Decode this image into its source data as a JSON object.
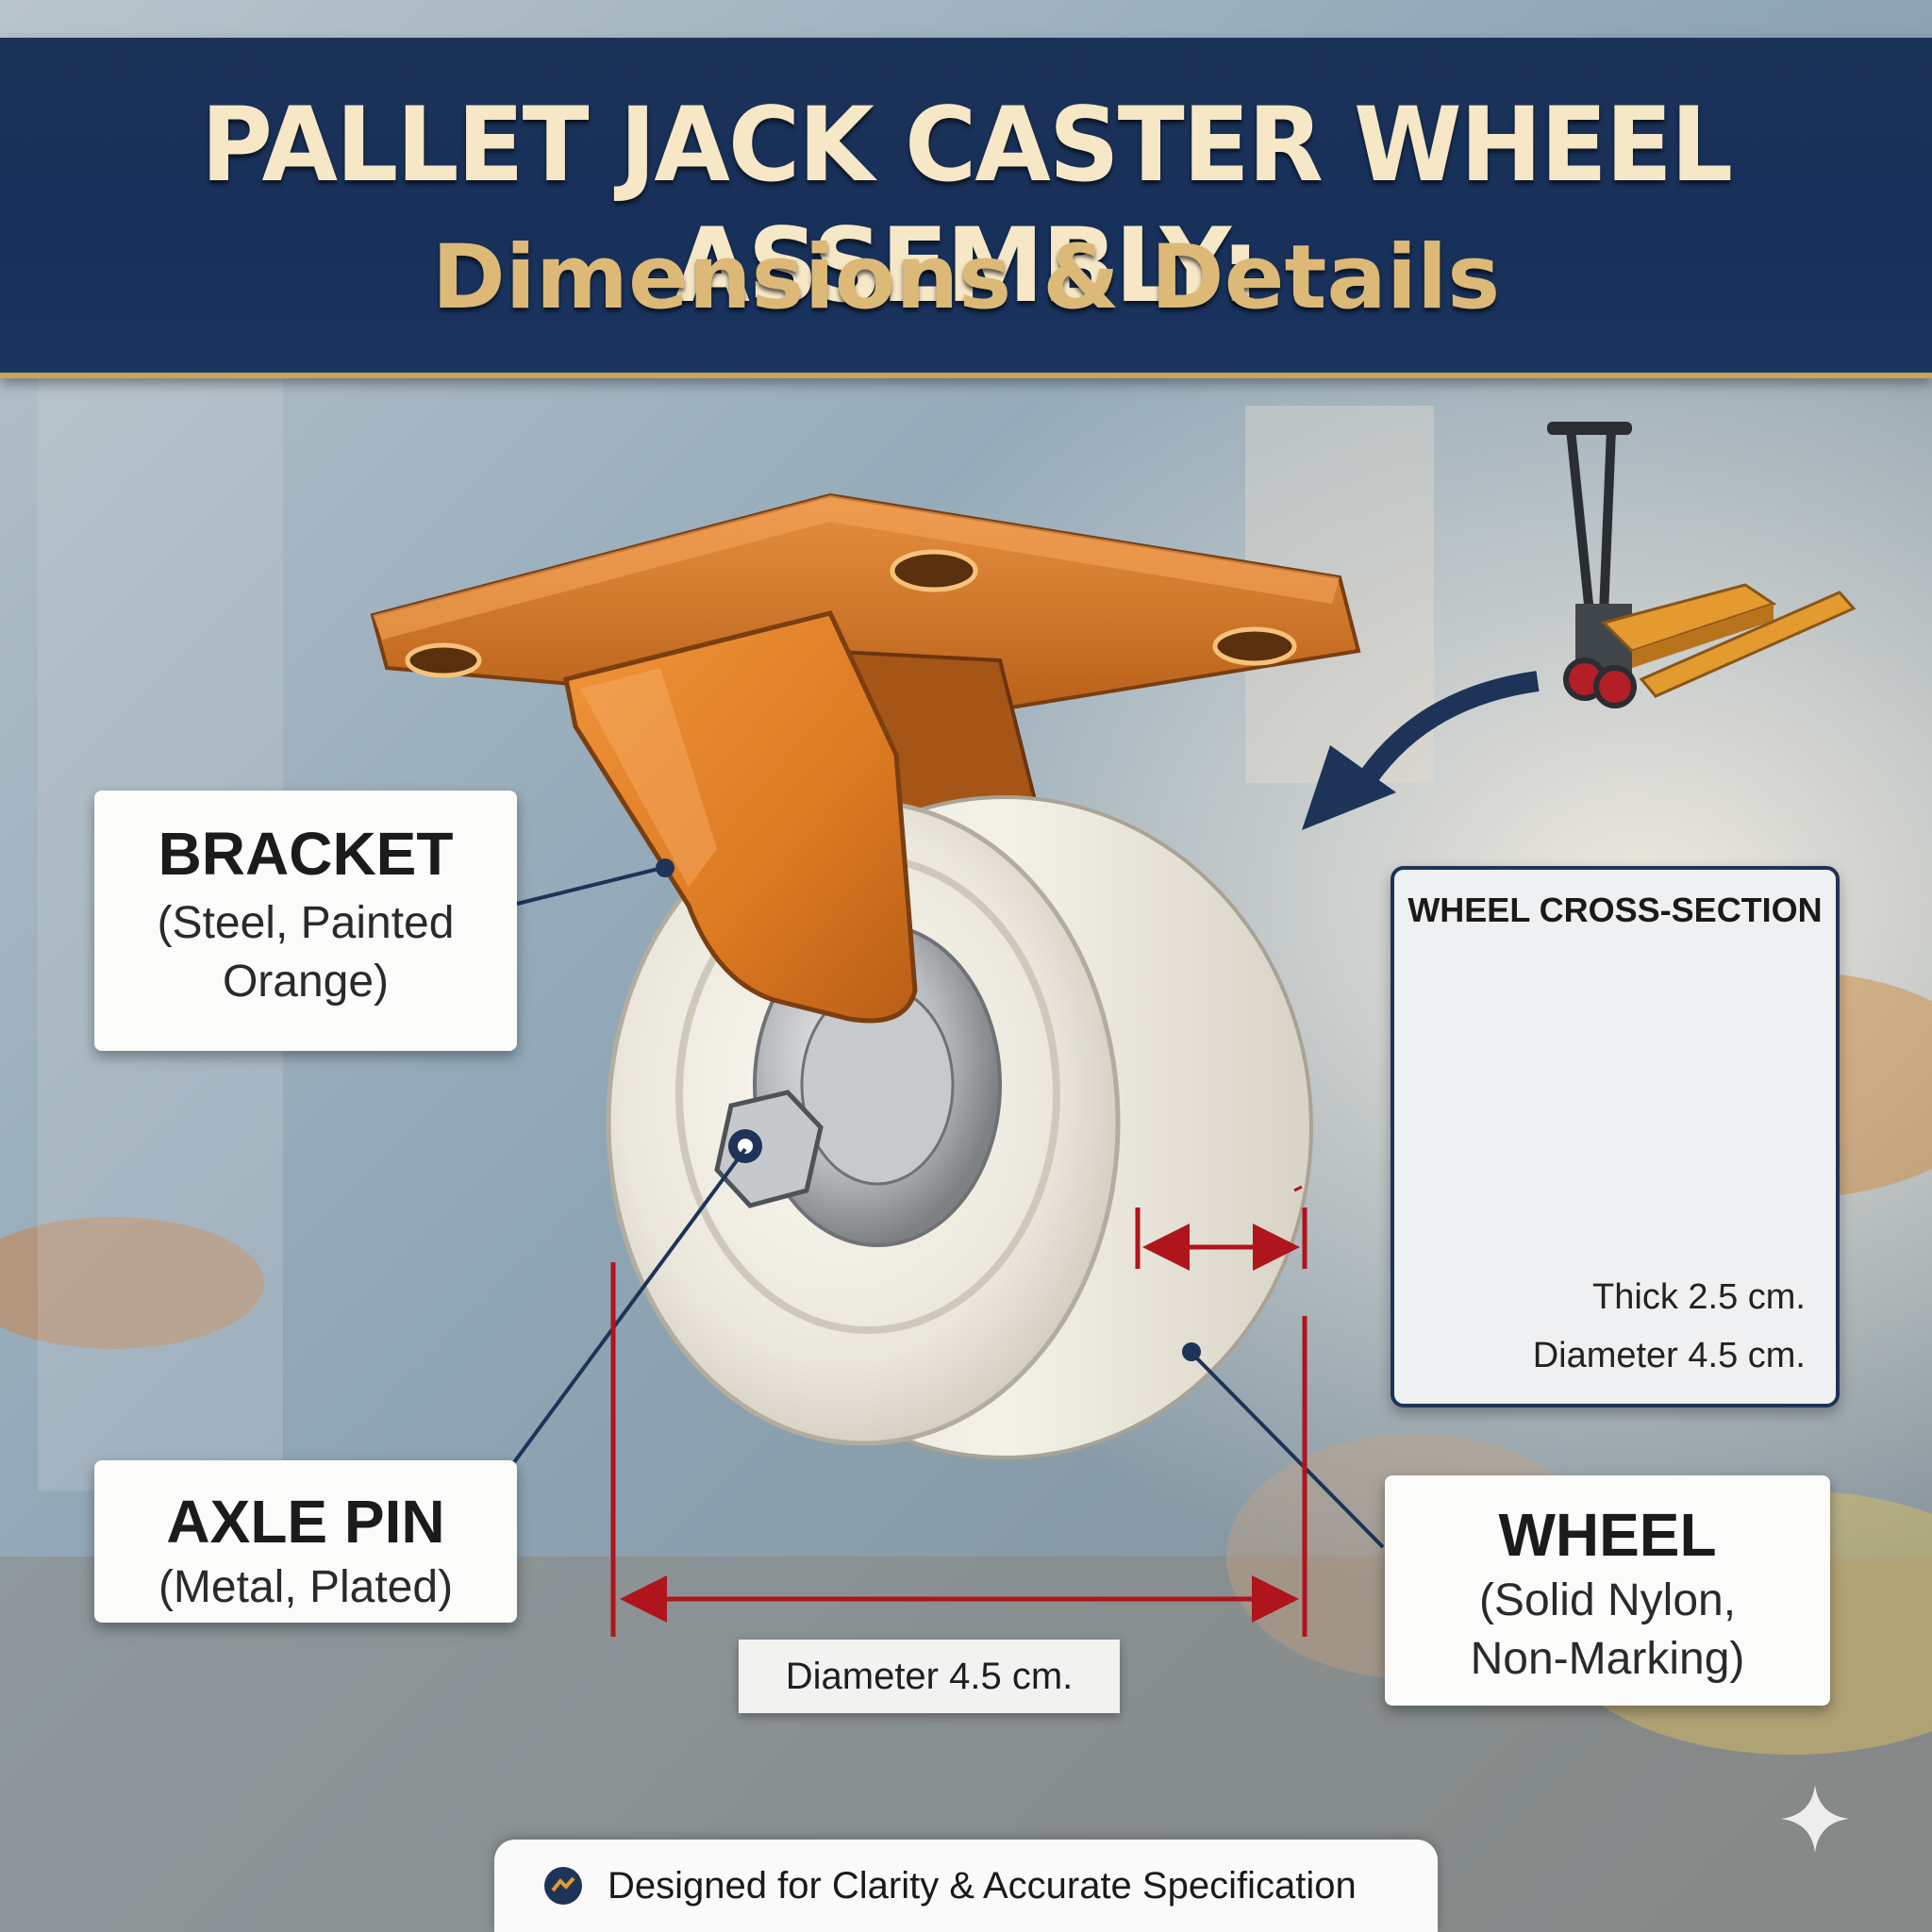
{
  "title": {
    "line1": "PALLET JACK CASTER WHEEL ASSEMBLY:",
    "line2": "Dimensions & Details"
  },
  "callouts": {
    "bracket": {
      "name": "BRACKET",
      "desc_line1": "(Steel, Painted",
      "desc_line2": "Orange)"
    },
    "axle_pin": {
      "name": "AXLE PIN",
      "desc_line1": "(Metal, Plated)"
    },
    "wheel": {
      "name": "WHEEL",
      "desc_line1": "(Solid Nylon,",
      "desc_line2": "Non-Marking)"
    }
  },
  "cross_section": {
    "title": "WHEEL CROSS-SECTION",
    "thick": "Thick 2.5 cm.",
    "diameter": "Diameter 4.5 cm."
  },
  "dimension_label": "Diameter 4.5 cm.",
  "footer": {
    "text": "Designed for Clarity & Accurate Specification"
  },
  "colors": {
    "title_band": "#1c3358",
    "title_text": "#f6e7c6",
    "subtitle_text": "#dcb977",
    "bracket_orange": "#e0812a",
    "wheel_white": "#efece4",
    "dimension_red": "#b0141c",
    "leader_navy": "#1d3458"
  }
}
